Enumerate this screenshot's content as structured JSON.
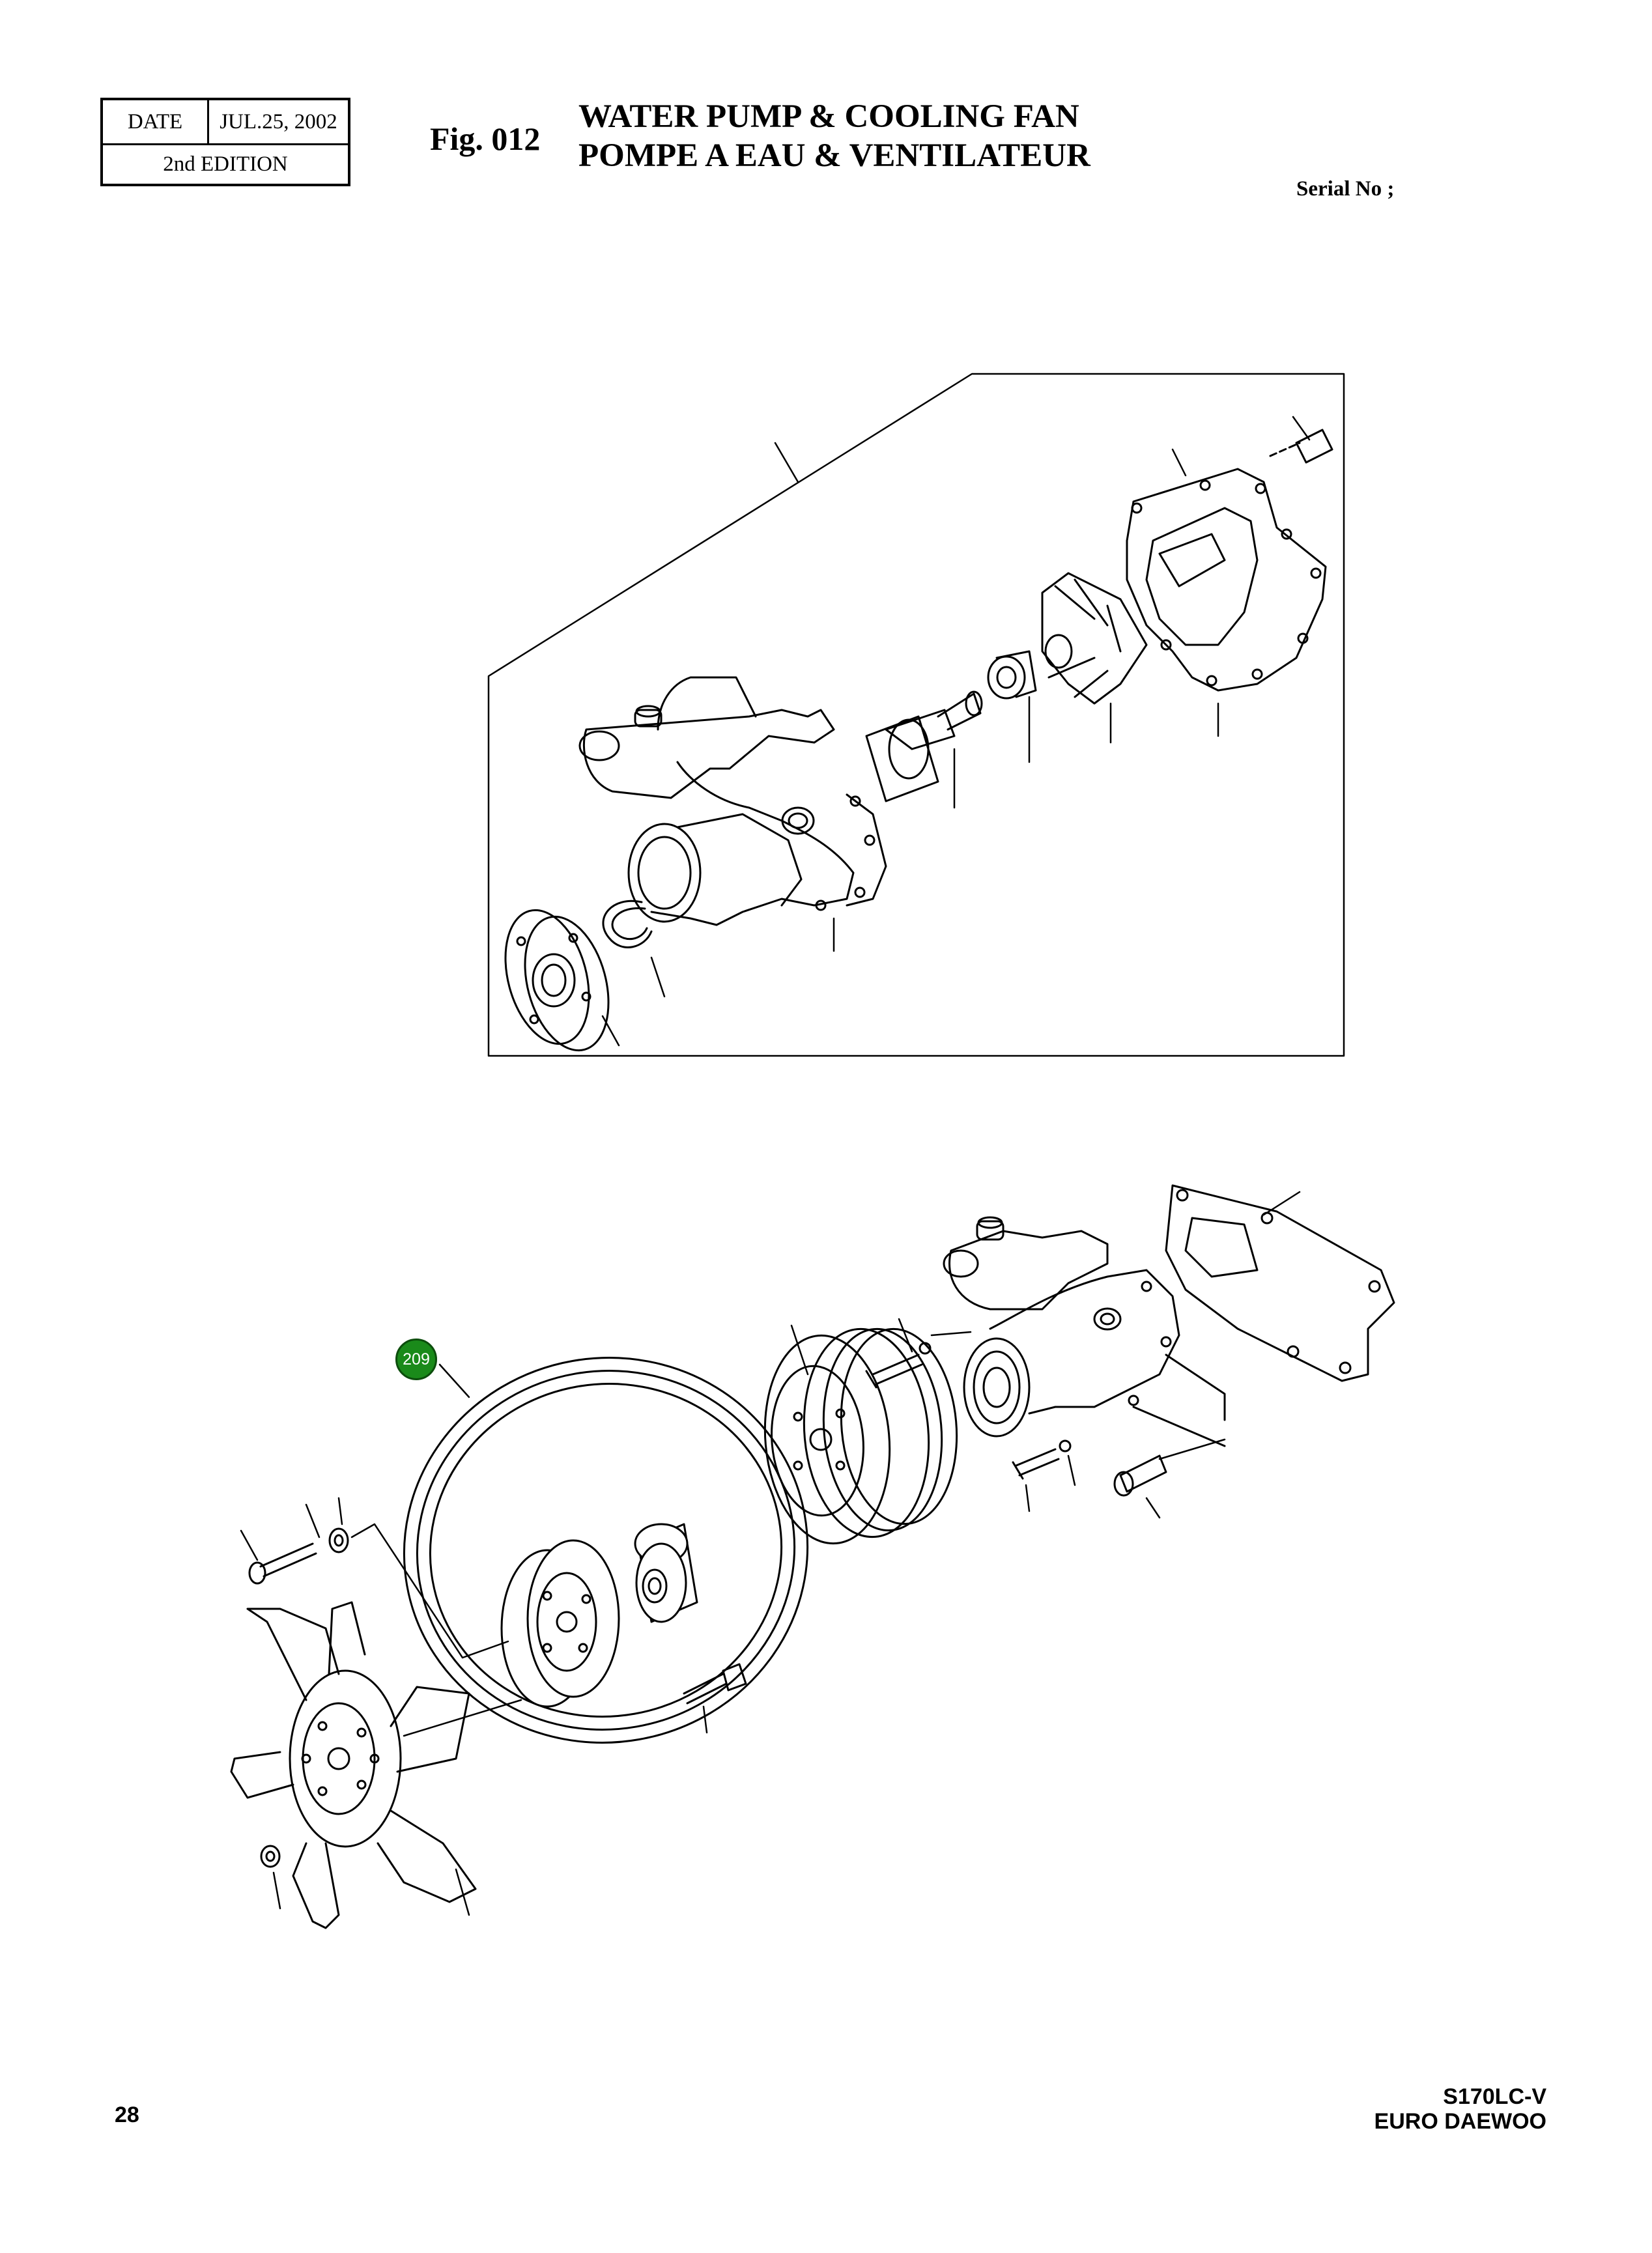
{
  "header": {
    "date_label": "DATE",
    "date_value": "JUL.25, 2002",
    "edition": "2nd  EDITION",
    "fig_number": "Fig. 012",
    "title_en": "WATER PUMP & COOLING FAN",
    "title_fr": "POMPE A EAU & VENTILATEUR",
    "serial": "Serial No ;"
  },
  "callouts": [
    {
      "label": "209",
      "color": "#1a8a1a"
    }
  ],
  "footer": {
    "page_number": "28",
    "model_line1": "S170LC-V",
    "model_line2": "EURO DAEWOO"
  }
}
